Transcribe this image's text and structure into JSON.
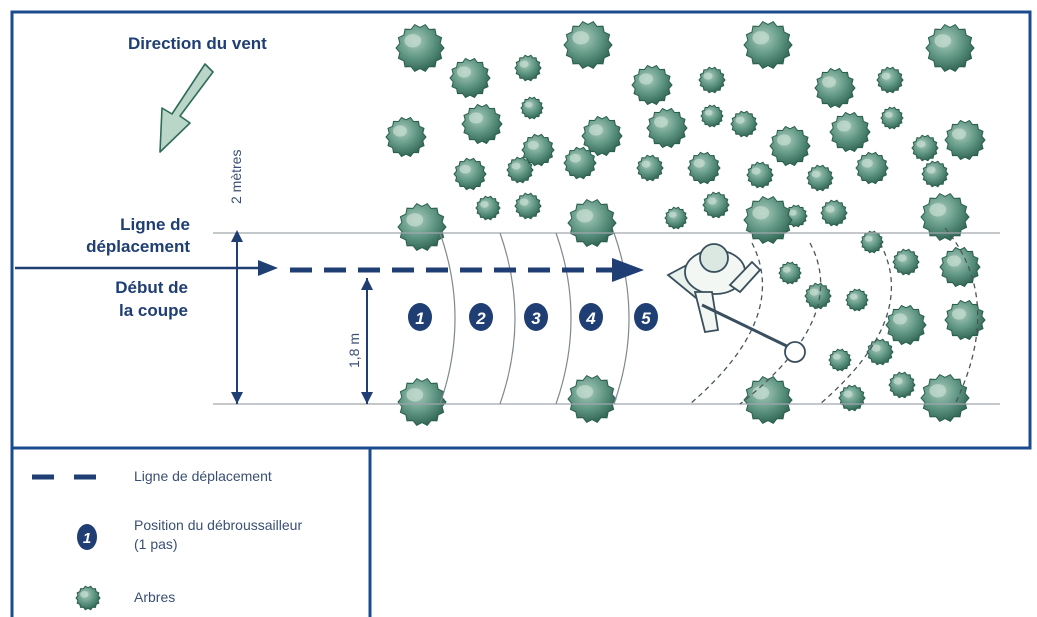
{
  "wind": {
    "label": "Direction  du vent"
  },
  "labels": {
    "line_of_travel": [
      "Ligne de",
      "déplacement"
    ],
    "start_of_cut": [
      "Début de",
      "la coupe"
    ],
    "two_meters": "2 mètres",
    "one_eight_meters": "1,8 m"
  },
  "positions": [
    "1",
    "2",
    "3",
    "4",
    "5"
  ],
  "legend": {
    "items": [
      {
        "icon": "dashed-line-icon",
        "text": [
          "Ligne de déplacement"
        ]
      },
      {
        "icon": "position-marker-icon",
        "marker": "1",
        "text": [
          "Position du débroussailleur",
          "(1 pas)"
        ]
      },
      {
        "icon": "tree-icon",
        "text": [
          "Arbres"
        ]
      }
    ]
  },
  "colors": {
    "navy": "#1f3e73",
    "frame": "#1b4b8f",
    "tree_light": "#8fb6a6",
    "tree_dark": "#2f6b58",
    "guide_line": "#9aa0a6"
  }
}
